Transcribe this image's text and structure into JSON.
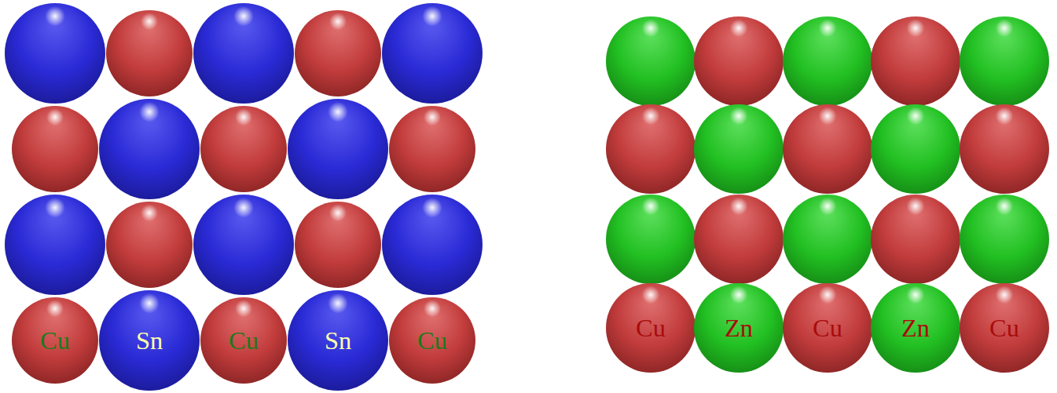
{
  "diagram": {
    "nodes": [
      {
        "text": [
          "Cu"
        ]
      },
      {
        "text": [
          "Sn"
        ]
      },
      {
        "text": [
          "Cu"
        ]
      },
      {
        "text": [
          "Sn"
        ]
      },
      {
        "text": [
          "Cu"
        ]
      },
      {
        "text": [
          "Cu"
        ]
      },
      {
        "text": [
          "Zn"
        ]
      },
      {
        "text": [
          "Cu"
        ]
      },
      {
        "text": [
          "Zn"
        ]
      },
      {
        "text": [
          "Cu"
        ]
      }
    ]
  }
}
